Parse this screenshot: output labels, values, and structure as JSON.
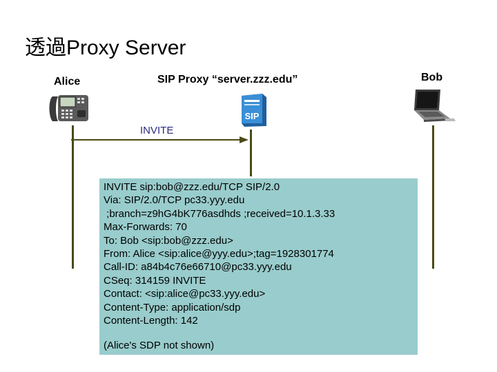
{
  "title": "透過Proxy Server",
  "participants": {
    "alice": "Alice",
    "proxy": "SIP Proxy “server.zzz.edu”",
    "bob": "Bob"
  },
  "server_icon_text": "SIP",
  "arrow_label": "INVITE",
  "message": {
    "lines": [
      "INVITE sip:bob@zzz.edu/TCP SIP/2.0",
      "Via: SIP/2.0/TCP pc33.yyy.edu",
      " ;branch=z9hG4bK776asdhds ;received=10.1.3.33",
      "Max-Forwards: 70",
      "To: Bob <sip:bob@zzz.edu>",
      "From: Alice <sip:alice@yyy.edu>;tag=1928301774",
      "Call-ID: a84b4c76e66710@pc33.yyy.edu",
      "CSeq: 314159 INVITE",
      "Contact: <sip:alice@pc33.yyy.edu>",
      "Content-Type: application/sdp",
      "Content-Length: 142"
    ],
    "footer": "(Alice's SDP not shown)"
  },
  "colors": {
    "message_box": "#99cccc",
    "lifeline": "#4a4a18",
    "arrow": "#4a4a18",
    "invite_label": "#2b2b80",
    "server_blue": "#3a8fd6"
  },
  "icons": [
    "ip-phone-icon",
    "sip-server-icon",
    "laptop-icon"
  ]
}
